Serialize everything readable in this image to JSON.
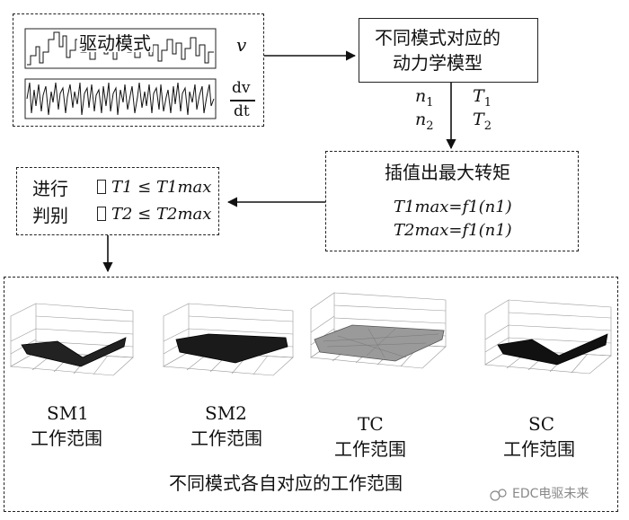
{
  "drive_mode": {
    "title": "驱动模式",
    "speed_symbol": "v",
    "accel_num": "dv",
    "accel_den": "dt"
  },
  "dynamics_box": {
    "line1": "不同模式对应的",
    "line2": "动力学模型"
  },
  "outputs": {
    "n1": "n",
    "n1_sub": "1",
    "n2": "n",
    "n2_sub": "2",
    "t1": "T",
    "t1_sub": "1",
    "t2": "T",
    "t2_sub": "2"
  },
  "interp_box": {
    "title": "插值出最大转矩",
    "eq1": "T1max=f1(n1)",
    "eq2": "T2max=f1(n1)"
  },
  "judge_box": {
    "line1": "进行",
    "line2": "判别",
    "cond1": "T1 ≤ T1max",
    "cond2": "T2 ≤ T2max"
  },
  "ranges": {
    "caption": "不同模式各自对应的工作范围",
    "modes": [
      {
        "name": "SM1",
        "label": "工作范围",
        "shade": "#222222"
      },
      {
        "name": "SM2",
        "label": "工作范围",
        "shade": "#1a1a1a"
      },
      {
        "name": "TC",
        "label": "工作范围",
        "shade": "#9a9a9a"
      },
      {
        "name": "SC",
        "label": "工作范围",
        "shade": "#111111"
      }
    ]
  },
  "watermark": "EDC电驱未来"
}
